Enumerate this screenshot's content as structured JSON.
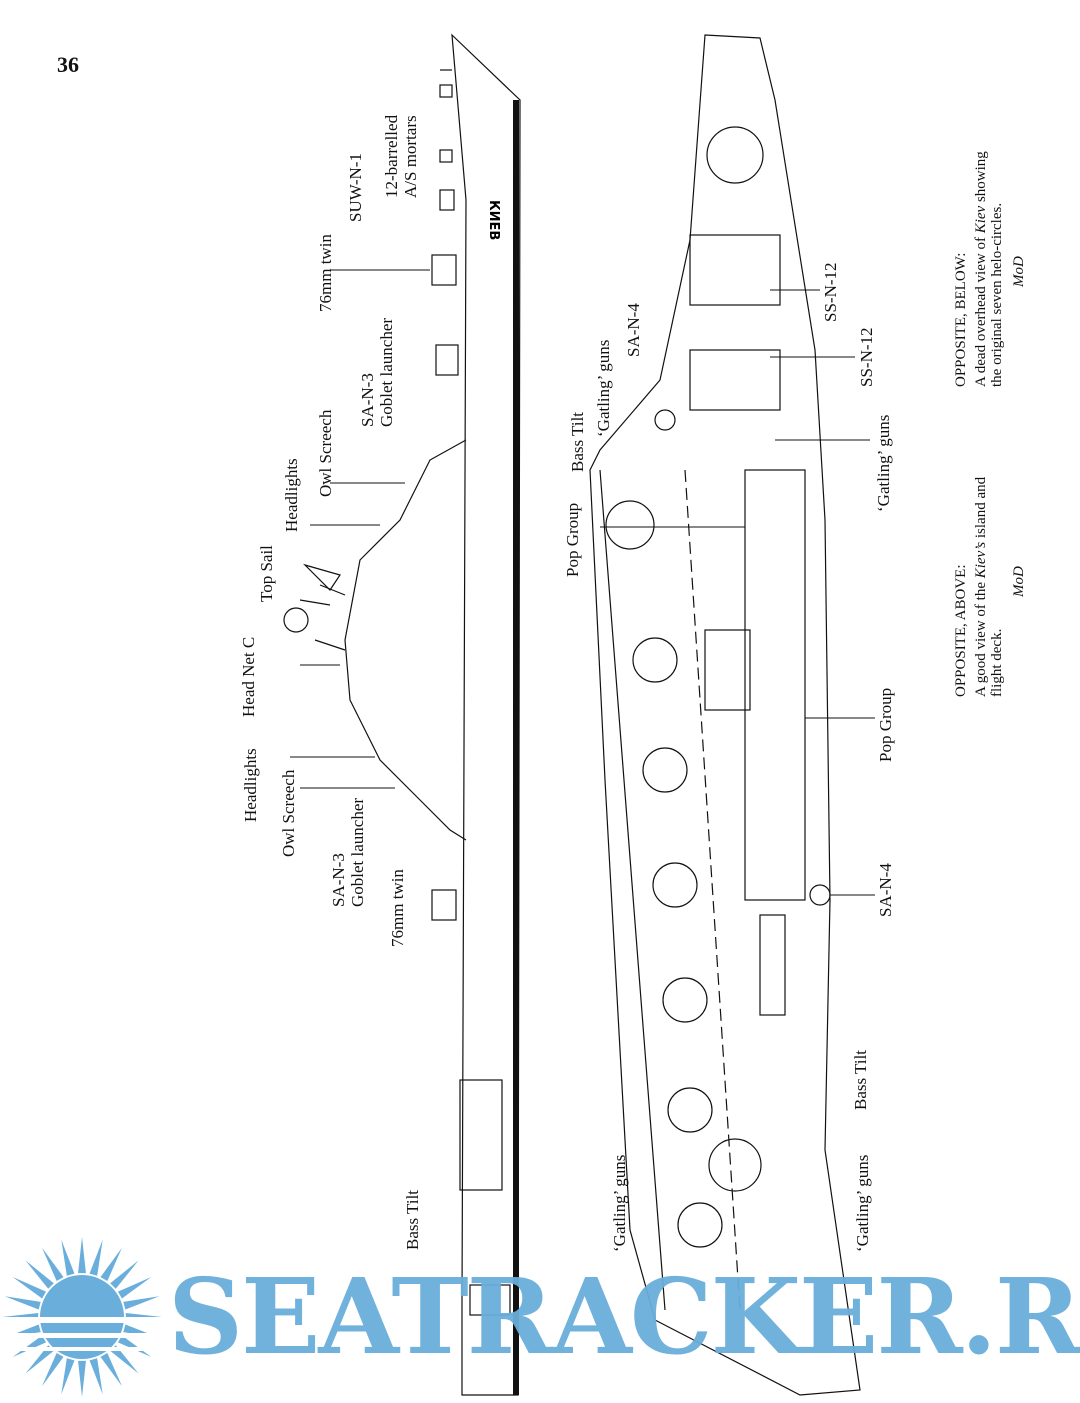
{
  "page_number": "36",
  "side_view_labels": {
    "mortars_line1": "12-barrelled",
    "mortars_line2": "A/S mortars",
    "suw": "SUW-N-1",
    "twin76_fwd": "76mm twin",
    "san3_fwd_line1": "SA-N-3",
    "san3_fwd_line2": "Goblet launcher",
    "owl_fwd": "Owl Screech",
    "headlights_fwd": "Headlights",
    "top_sail": "Top Sail",
    "head_net": "Head Net C",
    "headlights_aft": "Headlights",
    "owl_aft": "Owl Screech",
    "san3_aft_line1": "SA-N-3",
    "san3_aft_line2": "Goblet launcher",
    "twin76_aft": "76mm twin",
    "bass_tilt": "Bass Tilt",
    "hull_name": "КИЕВ"
  },
  "plan_view_labels": {
    "bass_tilt_fwd": "Bass Tilt",
    "gatling_fwd_left": "‘Gatling’ guns",
    "san4_fwd": "SA-N-4",
    "pop_group_left": "Pop Group",
    "ssn12_a": "SS-N-12",
    "ssn12_b": "SS-N-12",
    "gatling_fwd_right": "‘Gatling’ guns",
    "pop_group_right": "Pop Group",
    "san4_aft": "SA-N-4",
    "bass_tilt_aft": "Bass Tilt",
    "gatling_aft_left": "‘Gatling’ guns",
    "gatling_aft_right": "‘Gatling’ guns"
  },
  "captions": {
    "below_heading": "OPPOSITE, BELOW:",
    "below_line1_pre": "A dead overhead view of ",
    "below_line1_italic": "Kiev",
    "below_line1_post": " showing",
    "below_line2": "the original seven helo-circles.",
    "below_credit": "MoD",
    "above_heading": "OPPOSITE, ABOVE:",
    "above_line1_pre": "A good view of the ",
    "above_line1_italic": "Kiev’s",
    "above_line1_post": " island and",
    "above_line2": "flight deck.",
    "above_credit": "MoD"
  },
  "watermark": {
    "text": "SEATRACKER.RU",
    "color": "#6aaedb"
  }
}
